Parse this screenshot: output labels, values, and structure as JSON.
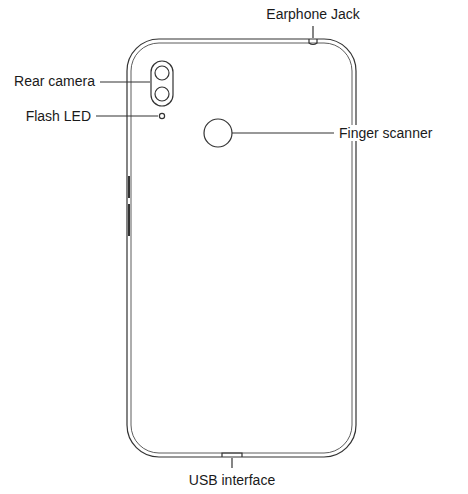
{
  "diagram": {
    "labels": [
      "Earphone Jack",
      "Rear camera",
      "Flash LED",
      "Finger scanner",
      "USB interface"
    ]
  }
}
